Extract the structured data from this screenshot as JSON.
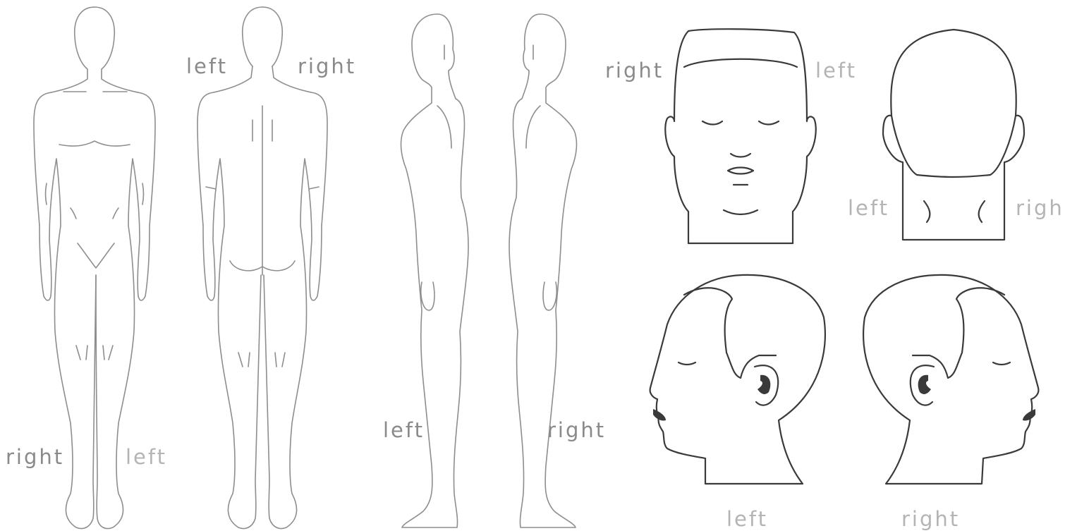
{
  "labels": {
    "front_right": "right",
    "front_left": "left",
    "back_left": "left",
    "back_right": "right",
    "side_left": "left",
    "side_right": "right",
    "face_right": "right",
    "face_left": "left",
    "head_back_left": "left",
    "head_back_right": "righ",
    "profile_left": "left",
    "profile_right": "right"
  },
  "colors": {
    "body_outline": "#8e8e8e",
    "head_outline": "#3a3a3a",
    "label_text": "#8a8a8a"
  }
}
